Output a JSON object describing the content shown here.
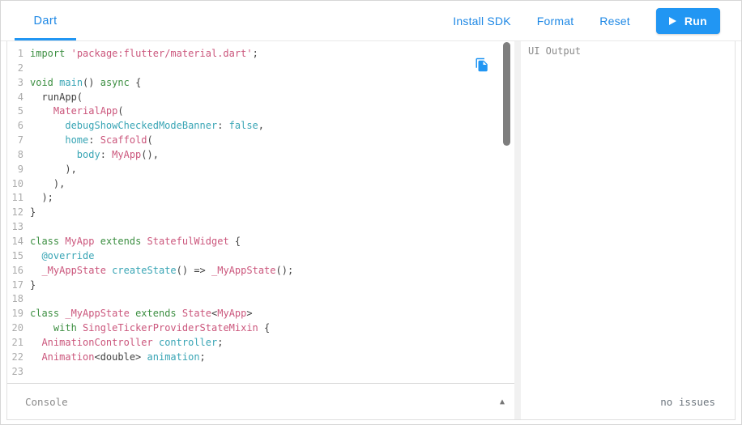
{
  "colors": {
    "accent": "#2196F3",
    "link": "#1E88E5",
    "kw": "#3D8F42",
    "type": "#CB567C",
    "str": "#CB567C",
    "ident": "#39A5B5",
    "plain": "#424242",
    "linenum": "#ABABAB",
    "muted": "#8A8A8A",
    "status": "#6C757D"
  },
  "header": {
    "tab_label": "Dart",
    "links": [
      "Install SDK",
      "Format",
      "Reset"
    ],
    "run_label": "Run"
  },
  "editor": {
    "copy_icon": "copy-code-icon",
    "lines": [
      {
        "num": 1,
        "tokens": [
          [
            "k",
            "import"
          ],
          [
            "p",
            " "
          ],
          [
            "s",
            "'package:flutter/material.dart'"
          ],
          [
            "p",
            ";"
          ]
        ]
      },
      {
        "num": 2,
        "tokens": []
      },
      {
        "num": 3,
        "tokens": [
          [
            "k",
            "void"
          ],
          [
            "p",
            " "
          ],
          [
            "i",
            "main"
          ],
          [
            "p",
            "() "
          ],
          [
            "k",
            "async"
          ],
          [
            "p",
            " {"
          ]
        ]
      },
      {
        "num": 4,
        "tokens": [
          [
            "p",
            "  runApp("
          ]
        ]
      },
      {
        "num": 5,
        "tokens": [
          [
            "p",
            "    "
          ],
          [
            "t",
            "MaterialApp"
          ],
          [
            "p",
            "("
          ]
        ]
      },
      {
        "num": 6,
        "tokens": [
          [
            "p",
            "      "
          ],
          [
            "i",
            "debugShowCheckedModeBanner"
          ],
          [
            "p",
            ": "
          ],
          [
            "i",
            "false"
          ],
          [
            "p",
            ","
          ]
        ]
      },
      {
        "num": 7,
        "tokens": [
          [
            "p",
            "      "
          ],
          [
            "i",
            "home"
          ],
          [
            "p",
            ": "
          ],
          [
            "t",
            "Scaffold"
          ],
          [
            "p",
            "("
          ]
        ]
      },
      {
        "num": 8,
        "tokens": [
          [
            "p",
            "        "
          ],
          [
            "i",
            "body"
          ],
          [
            "p",
            ": "
          ],
          [
            "t",
            "MyApp"
          ],
          [
            "p",
            "(),"
          ]
        ]
      },
      {
        "num": 9,
        "tokens": [
          [
            "p",
            "      ),"
          ]
        ]
      },
      {
        "num": 10,
        "tokens": [
          [
            "p",
            "    ),"
          ]
        ]
      },
      {
        "num": 11,
        "tokens": [
          [
            "p",
            "  );"
          ]
        ]
      },
      {
        "num": 12,
        "tokens": [
          [
            "p",
            "}"
          ]
        ]
      },
      {
        "num": 13,
        "tokens": []
      },
      {
        "num": 14,
        "tokens": [
          [
            "k",
            "class"
          ],
          [
            "p",
            " "
          ],
          [
            "t",
            "MyApp"
          ],
          [
            "p",
            " "
          ],
          [
            "k",
            "extends"
          ],
          [
            "p",
            " "
          ],
          [
            "t",
            "StatefulWidget"
          ],
          [
            "p",
            " {"
          ]
        ]
      },
      {
        "num": 15,
        "tokens": [
          [
            "p",
            "  "
          ],
          [
            "i",
            "@override"
          ]
        ]
      },
      {
        "num": 16,
        "tokens": [
          [
            "p",
            "  "
          ],
          [
            "t",
            "_MyAppState"
          ],
          [
            "p",
            " "
          ],
          [
            "i",
            "createState"
          ],
          [
            "p",
            "() => "
          ],
          [
            "t",
            "_MyAppState"
          ],
          [
            "p",
            "();"
          ]
        ]
      },
      {
        "num": 17,
        "tokens": [
          [
            "p",
            "}"
          ]
        ]
      },
      {
        "num": 18,
        "tokens": []
      },
      {
        "num": 19,
        "tokens": [
          [
            "k",
            "class"
          ],
          [
            "p",
            " "
          ],
          [
            "t",
            "_MyAppState"
          ],
          [
            "p",
            " "
          ],
          [
            "k",
            "extends"
          ],
          [
            "p",
            " "
          ],
          [
            "t",
            "State"
          ],
          [
            "p",
            "<"
          ],
          [
            "t",
            "MyApp"
          ],
          [
            "p",
            ">"
          ]
        ]
      },
      {
        "num": 20,
        "tokens": [
          [
            "p",
            "    "
          ],
          [
            "k",
            "with"
          ],
          [
            "p",
            " "
          ],
          [
            "t",
            "SingleTickerProviderStateMixin"
          ],
          [
            "p",
            " {"
          ]
        ]
      },
      {
        "num": 21,
        "tokens": [
          [
            "p",
            "  "
          ],
          [
            "t",
            "AnimationController"
          ],
          [
            "p",
            " "
          ],
          [
            "i",
            "controller"
          ],
          [
            "p",
            ";"
          ]
        ]
      },
      {
        "num": 22,
        "tokens": [
          [
            "p",
            "  "
          ],
          [
            "t",
            "Animation"
          ],
          [
            "p",
            "<double> "
          ],
          [
            "i",
            "animation"
          ],
          [
            "p",
            ";"
          ]
        ]
      },
      {
        "num": 23,
        "tokens": []
      }
    ]
  },
  "console": {
    "label": "Console",
    "collapse_icon": "▲"
  },
  "output": {
    "label": "UI Output",
    "status": "no issues"
  }
}
